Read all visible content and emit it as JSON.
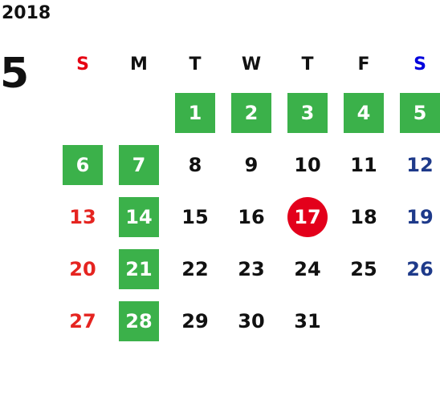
{
  "calendar": {
    "year": "2018",
    "month": "5",
    "weekdays": [
      "S",
      "M",
      "T",
      "W",
      "T",
      "F",
      "S"
    ],
    "weeks": [
      [
        "",
        "",
        "1",
        "2",
        "3",
        "4",
        "5"
      ],
      [
        "6",
        "7",
        "8",
        "9",
        "10",
        "11",
        "12"
      ],
      [
        "13",
        "14",
        "15",
        "16",
        "17",
        "18",
        "19"
      ],
      [
        "20",
        "21",
        "22",
        "23",
        "24",
        "25",
        "26"
      ],
      [
        "27",
        "28",
        "29",
        "30",
        "31",
        "",
        ""
      ]
    ],
    "highlighted_days": [
      "1",
      "2",
      "3",
      "4",
      "5",
      "6",
      "7",
      "14",
      "21",
      "28"
    ],
    "today": "17"
  },
  "colors": {
    "highlight": "#3bb14a",
    "today": "#e3001b",
    "sunday": "#e52420",
    "saturday": "#1e3a8a",
    "text": "#111111"
  }
}
